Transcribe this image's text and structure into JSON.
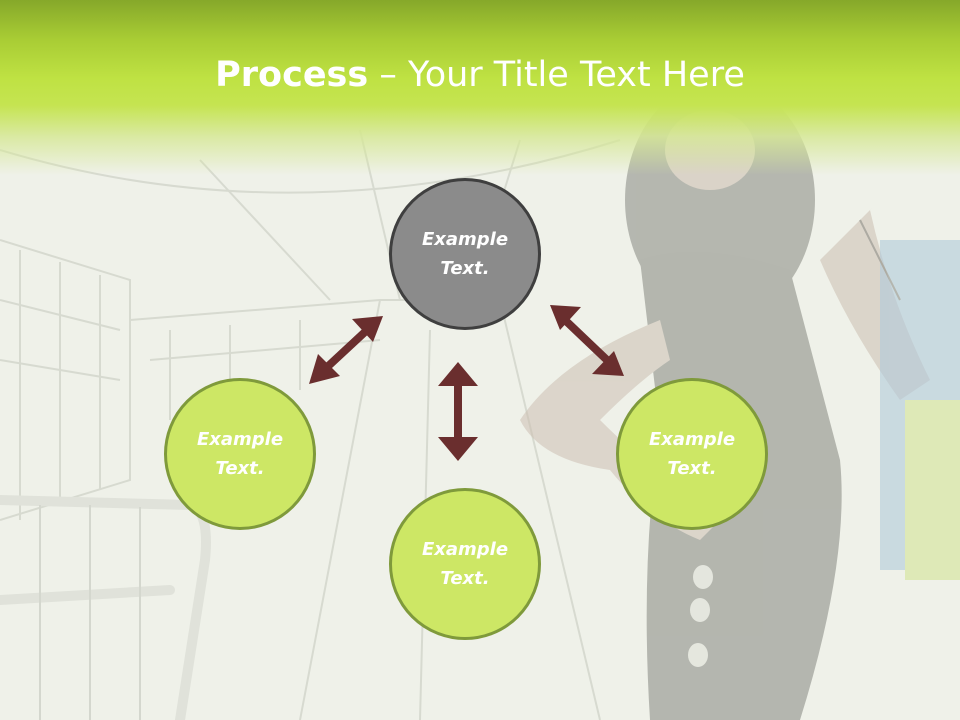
{
  "slide": {
    "title_bold": "Process",
    "title_rest": " – Your Title Text Here"
  },
  "nodes": {
    "top": "Example\nText.",
    "left": "Example\nText.",
    "bottom": "Example\nText.",
    "right": "Example\nText."
  },
  "colors": {
    "accent_green": "#cde765",
    "green_border": "#7f9a3b",
    "gray_node": "#8b8b8b",
    "gray_border": "#3f3f3f",
    "arrow": "#6a2e2e"
  },
  "icons": {
    "arrows": "double-headed-arrow-icon"
  }
}
